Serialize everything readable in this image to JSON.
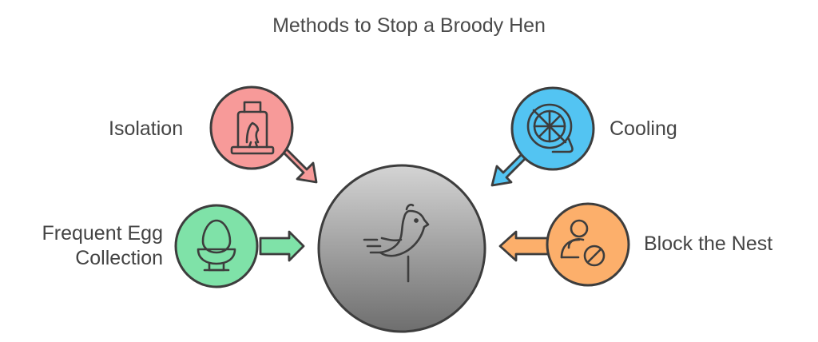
{
  "title": "Methods to Stop a Broody Hen",
  "center": {
    "icon": "bird-icon"
  },
  "methods": [
    {
      "label": "Isolation",
      "icon": "pet-carrier-icon",
      "color": "#f79a99"
    },
    {
      "label": "Cooling",
      "icon": "cooling-fan-icon",
      "color": "#53c4f2"
    },
    {
      "label_line1": "Frequent Egg",
      "label_line2": "Collection",
      "icon": "egg-cup-icon",
      "color": "#7fe2a8"
    },
    {
      "label": "Block the Nest",
      "icon": "no-access-person-icon",
      "color": "#fcaf6b"
    }
  ],
  "colors": {
    "outline": "#3d3d3d",
    "center_top": "#d4d4d4",
    "center_bottom": "#6e6e6e"
  }
}
